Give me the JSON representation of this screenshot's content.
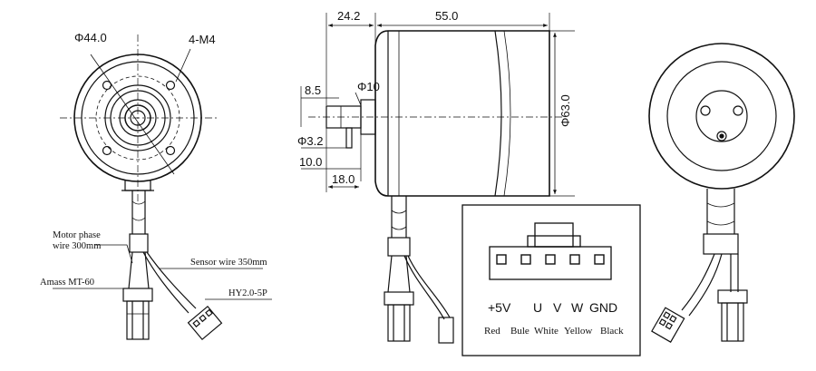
{
  "dimensions": {
    "front_bolt_circle": "Φ44.0",
    "front_holes": "4-M4",
    "side_length_front": "24.2",
    "side_length_body": "55.0",
    "side_diameter": "Φ63.0",
    "side_shaft_flat": "8.5",
    "side_shaft_diameter": "Φ10",
    "side_key_diameter": "Φ3.2",
    "side_key_height": "10.0",
    "side_shaft_length": "18.0"
  },
  "labels": {
    "motor_phase_line1": "Motor phase",
    "motor_phase_line2": "wire 300mm",
    "sensor_wire": "Sensor wire 350mm",
    "amass": "Amass MT-60",
    "hy_connector": "HY2.0-5P"
  },
  "connector": {
    "pins": [
      "+5V",
      "U",
      "V",
      "W",
      "GND"
    ],
    "wire_colors": [
      "Red",
      "Bule",
      "White",
      "Yellow",
      "Black"
    ]
  }
}
